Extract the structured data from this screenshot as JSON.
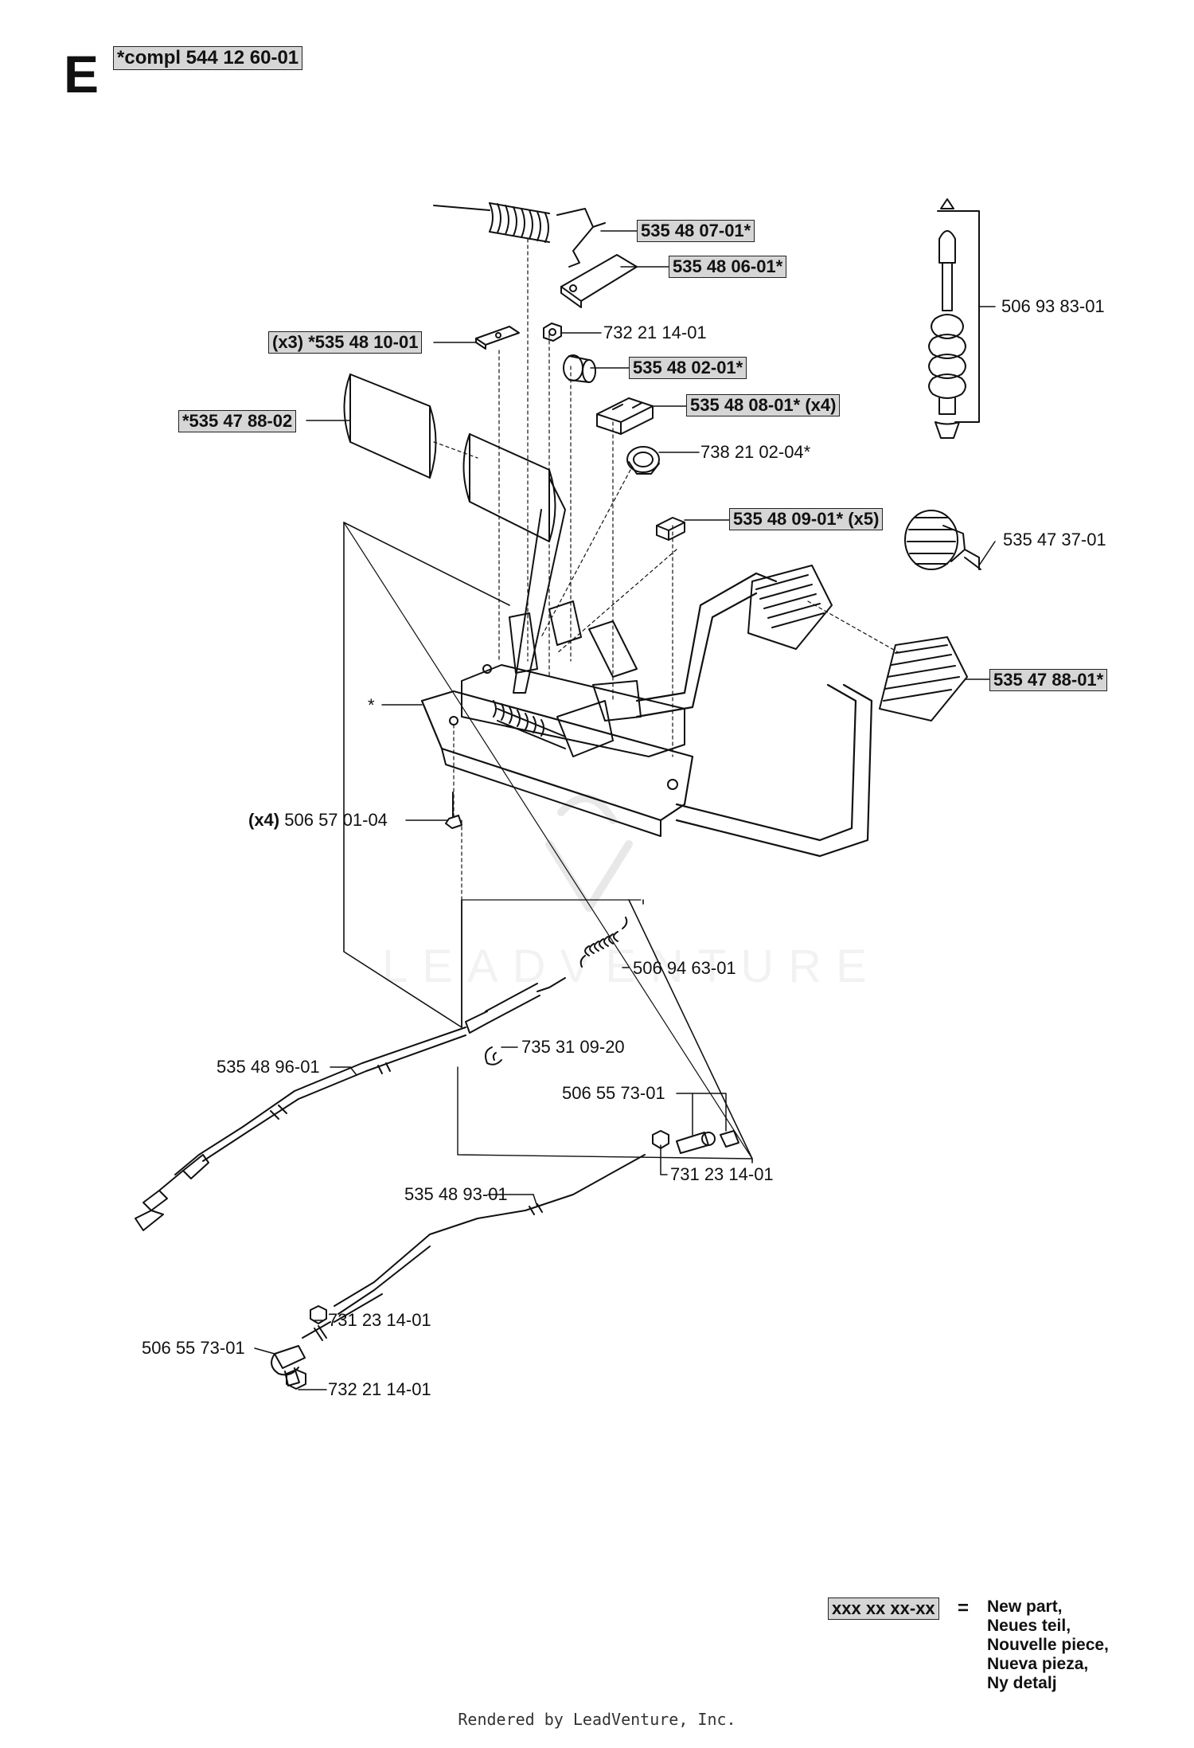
{
  "header": {
    "section_letter": "E",
    "assembly_ref": "*compl 544 12 60-01"
  },
  "parts": [
    {
      "id": "p1",
      "label": "535 48 07-01*",
      "new": true
    },
    {
      "id": "p2",
      "label": "535 48 06-01*",
      "new": true
    },
    {
      "id": "p3",
      "label": "(x3) *535 48 10-01",
      "new": true
    },
    {
      "id": "p4",
      "label": "732 21 14-01",
      "new": false
    },
    {
      "id": "p5",
      "label": "535 48 02-01*",
      "new": true
    },
    {
      "id": "p6",
      "label": "535 48 08-01* (x4)",
      "new": true
    },
    {
      "id": "p7",
      "label": "*535 47 88-02",
      "new": true
    },
    {
      "id": "p8",
      "label": "738 21 02-04*",
      "new": false
    },
    {
      "id": "p9",
      "label": "535 48 09-01* (x5)",
      "new": true
    },
    {
      "id": "p10",
      "label": "535 47 37-01",
      "new": false
    },
    {
      "id": "p11",
      "label": "506 93 83-01",
      "new": false
    },
    {
      "id": "p12",
      "label": "535 47 88-01*",
      "new": true
    },
    {
      "id": "p13",
      "qty": "(x4)",
      "label": "506 57 01-04",
      "new": false
    },
    {
      "id": "p14",
      "label": "506 94 63-01",
      "new": false
    },
    {
      "id": "p15",
      "label": "735 31 09-20",
      "new": false
    },
    {
      "id": "p16",
      "label": "535 48 96-01",
      "new": false
    },
    {
      "id": "p17",
      "label": "506 55 73-01",
      "new": false
    },
    {
      "id": "p18",
      "label": "731 23 14-01",
      "new": false
    },
    {
      "id": "p19",
      "label": "535 48 93-01",
      "new": false
    },
    {
      "id": "p20",
      "label": "731 23 14-01",
      "new": false
    },
    {
      "id": "p21",
      "label": "506 55 73-01",
      "new": false
    },
    {
      "id": "p22",
      "label": "732 21 14-01",
      "new": false
    }
  ],
  "star_marker": "*",
  "legend": {
    "sample": "xxx xx xx-xx",
    "equals": "=",
    "lines": [
      "New part,",
      "Neues teil,",
      "Nouvelle piece,",
      "Nueva pieza,",
      "Ny detalj"
    ]
  },
  "watermark": "LEADVENTURE",
  "footer": "Rendered by LeadVenture, Inc."
}
